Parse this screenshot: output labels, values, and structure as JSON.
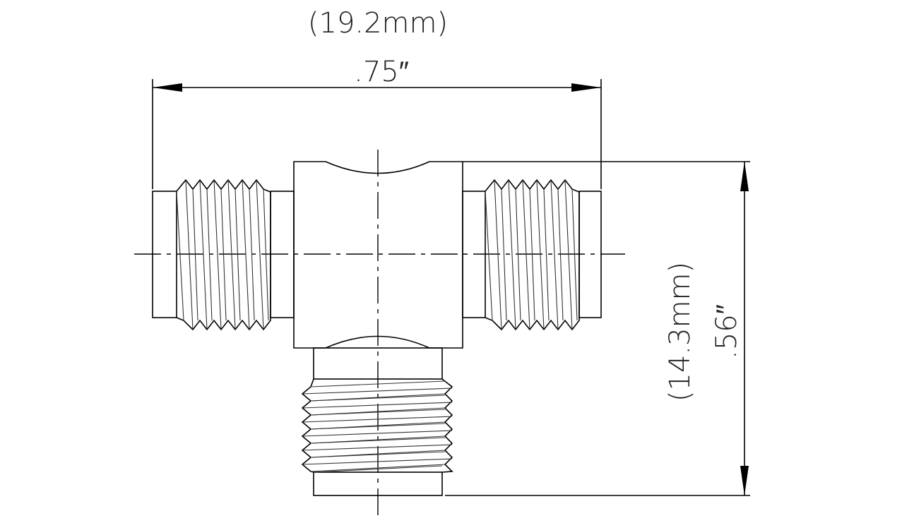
{
  "drawing": {
    "width_dimension": {
      "inches": ".75″",
      "mm": "(19.2mm)"
    },
    "height_dimension": {
      "inches": ".56″",
      "mm": "(14.3mm)"
    },
    "line_color": "#000000",
    "background": "#ffffff"
  }
}
